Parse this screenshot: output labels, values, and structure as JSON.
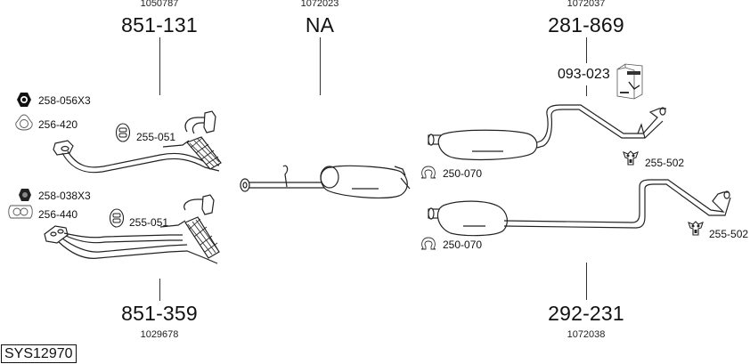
{
  "system_label": "SYS12970",
  "groups": [
    {
      "id": "front-pipe-top",
      "ref_number": "1050787",
      "part_number": "851-131",
      "accessories": [
        {
          "icon": "hex-nut-icon",
          "label": "258-056X3"
        },
        {
          "icon": "gasket-3-hole-icon",
          "label": "256-420"
        },
        {
          "icon": "rubber-mount-icon",
          "label": "255-051"
        }
      ]
    },
    {
      "id": "front-pipe-bottom",
      "ref_number": "1029678",
      "part_number": "851-359",
      "accessories": [
        {
          "icon": "flange-nut-icon",
          "label": "258-038X3"
        },
        {
          "icon": "gasket-double-icon",
          "label": "256-440"
        },
        {
          "icon": "rubber-mount-icon",
          "label": "255-051"
        }
      ]
    },
    {
      "id": "middle-silencer",
      "ref_number": "1072023",
      "part_number": "NA",
      "accessories": []
    },
    {
      "id": "rear-silencer-top",
      "ref_number": "1072037",
      "part_number": "281-869",
      "kit_label": "093-023",
      "accessories": [
        {
          "icon": "clamp-icon",
          "label": "250-070"
        },
        {
          "icon": "hanger-bracket-icon",
          "label": "255-502"
        }
      ]
    },
    {
      "id": "rear-silencer-bottom",
      "ref_number": "1072038",
      "part_number": "292-231",
      "accessories": [
        {
          "icon": "clamp-icon",
          "label": "250-070"
        },
        {
          "icon": "hanger-bracket-icon",
          "label": "255-502"
        }
      ]
    }
  ]
}
